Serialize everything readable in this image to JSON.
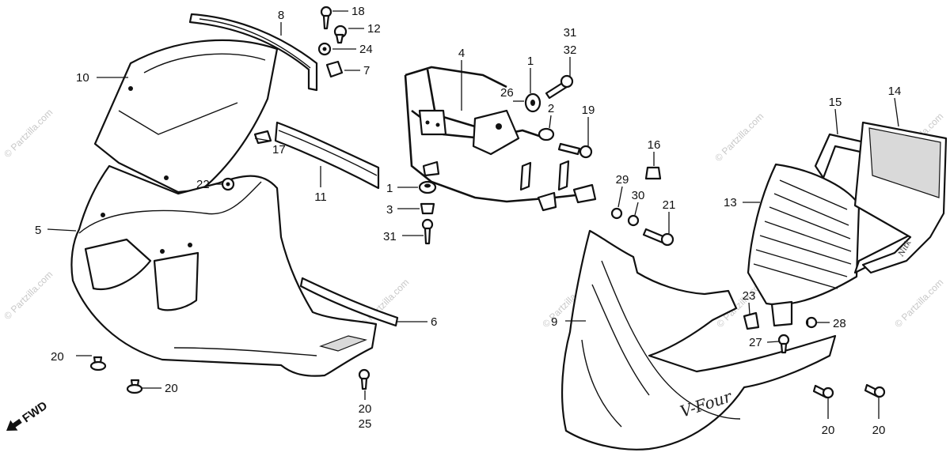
{
  "watermark": "© Partzilla.com",
  "direction_label": "FWD",
  "part_brand_text": "V-Four",
  "grille_signature": "Nitk",
  "callouts": {
    "c8": "8",
    "c18": "18",
    "c12": "12",
    "c24": "24",
    "c7": "7",
    "c10": "10",
    "c17": "17",
    "c11": "11",
    "c22": "22",
    "c5": "5",
    "c6": "6",
    "c20a": "20",
    "c20b": "20",
    "c20c": "20",
    "c25": "25",
    "c4": "4",
    "c1a": "1",
    "c26": "26",
    "c31a": "31",
    "c32": "32",
    "c2": "2",
    "c19": "19",
    "c1b": "1",
    "c3": "3",
    "c31b": "31",
    "c16": "16",
    "c29": "29",
    "c30": "30",
    "c21": "21",
    "c9": "9",
    "c15": "15",
    "c14": "14",
    "c13": "13",
    "c23": "23",
    "c28": "28",
    "c27": "27",
    "c20d": "20",
    "c20e": "20"
  }
}
